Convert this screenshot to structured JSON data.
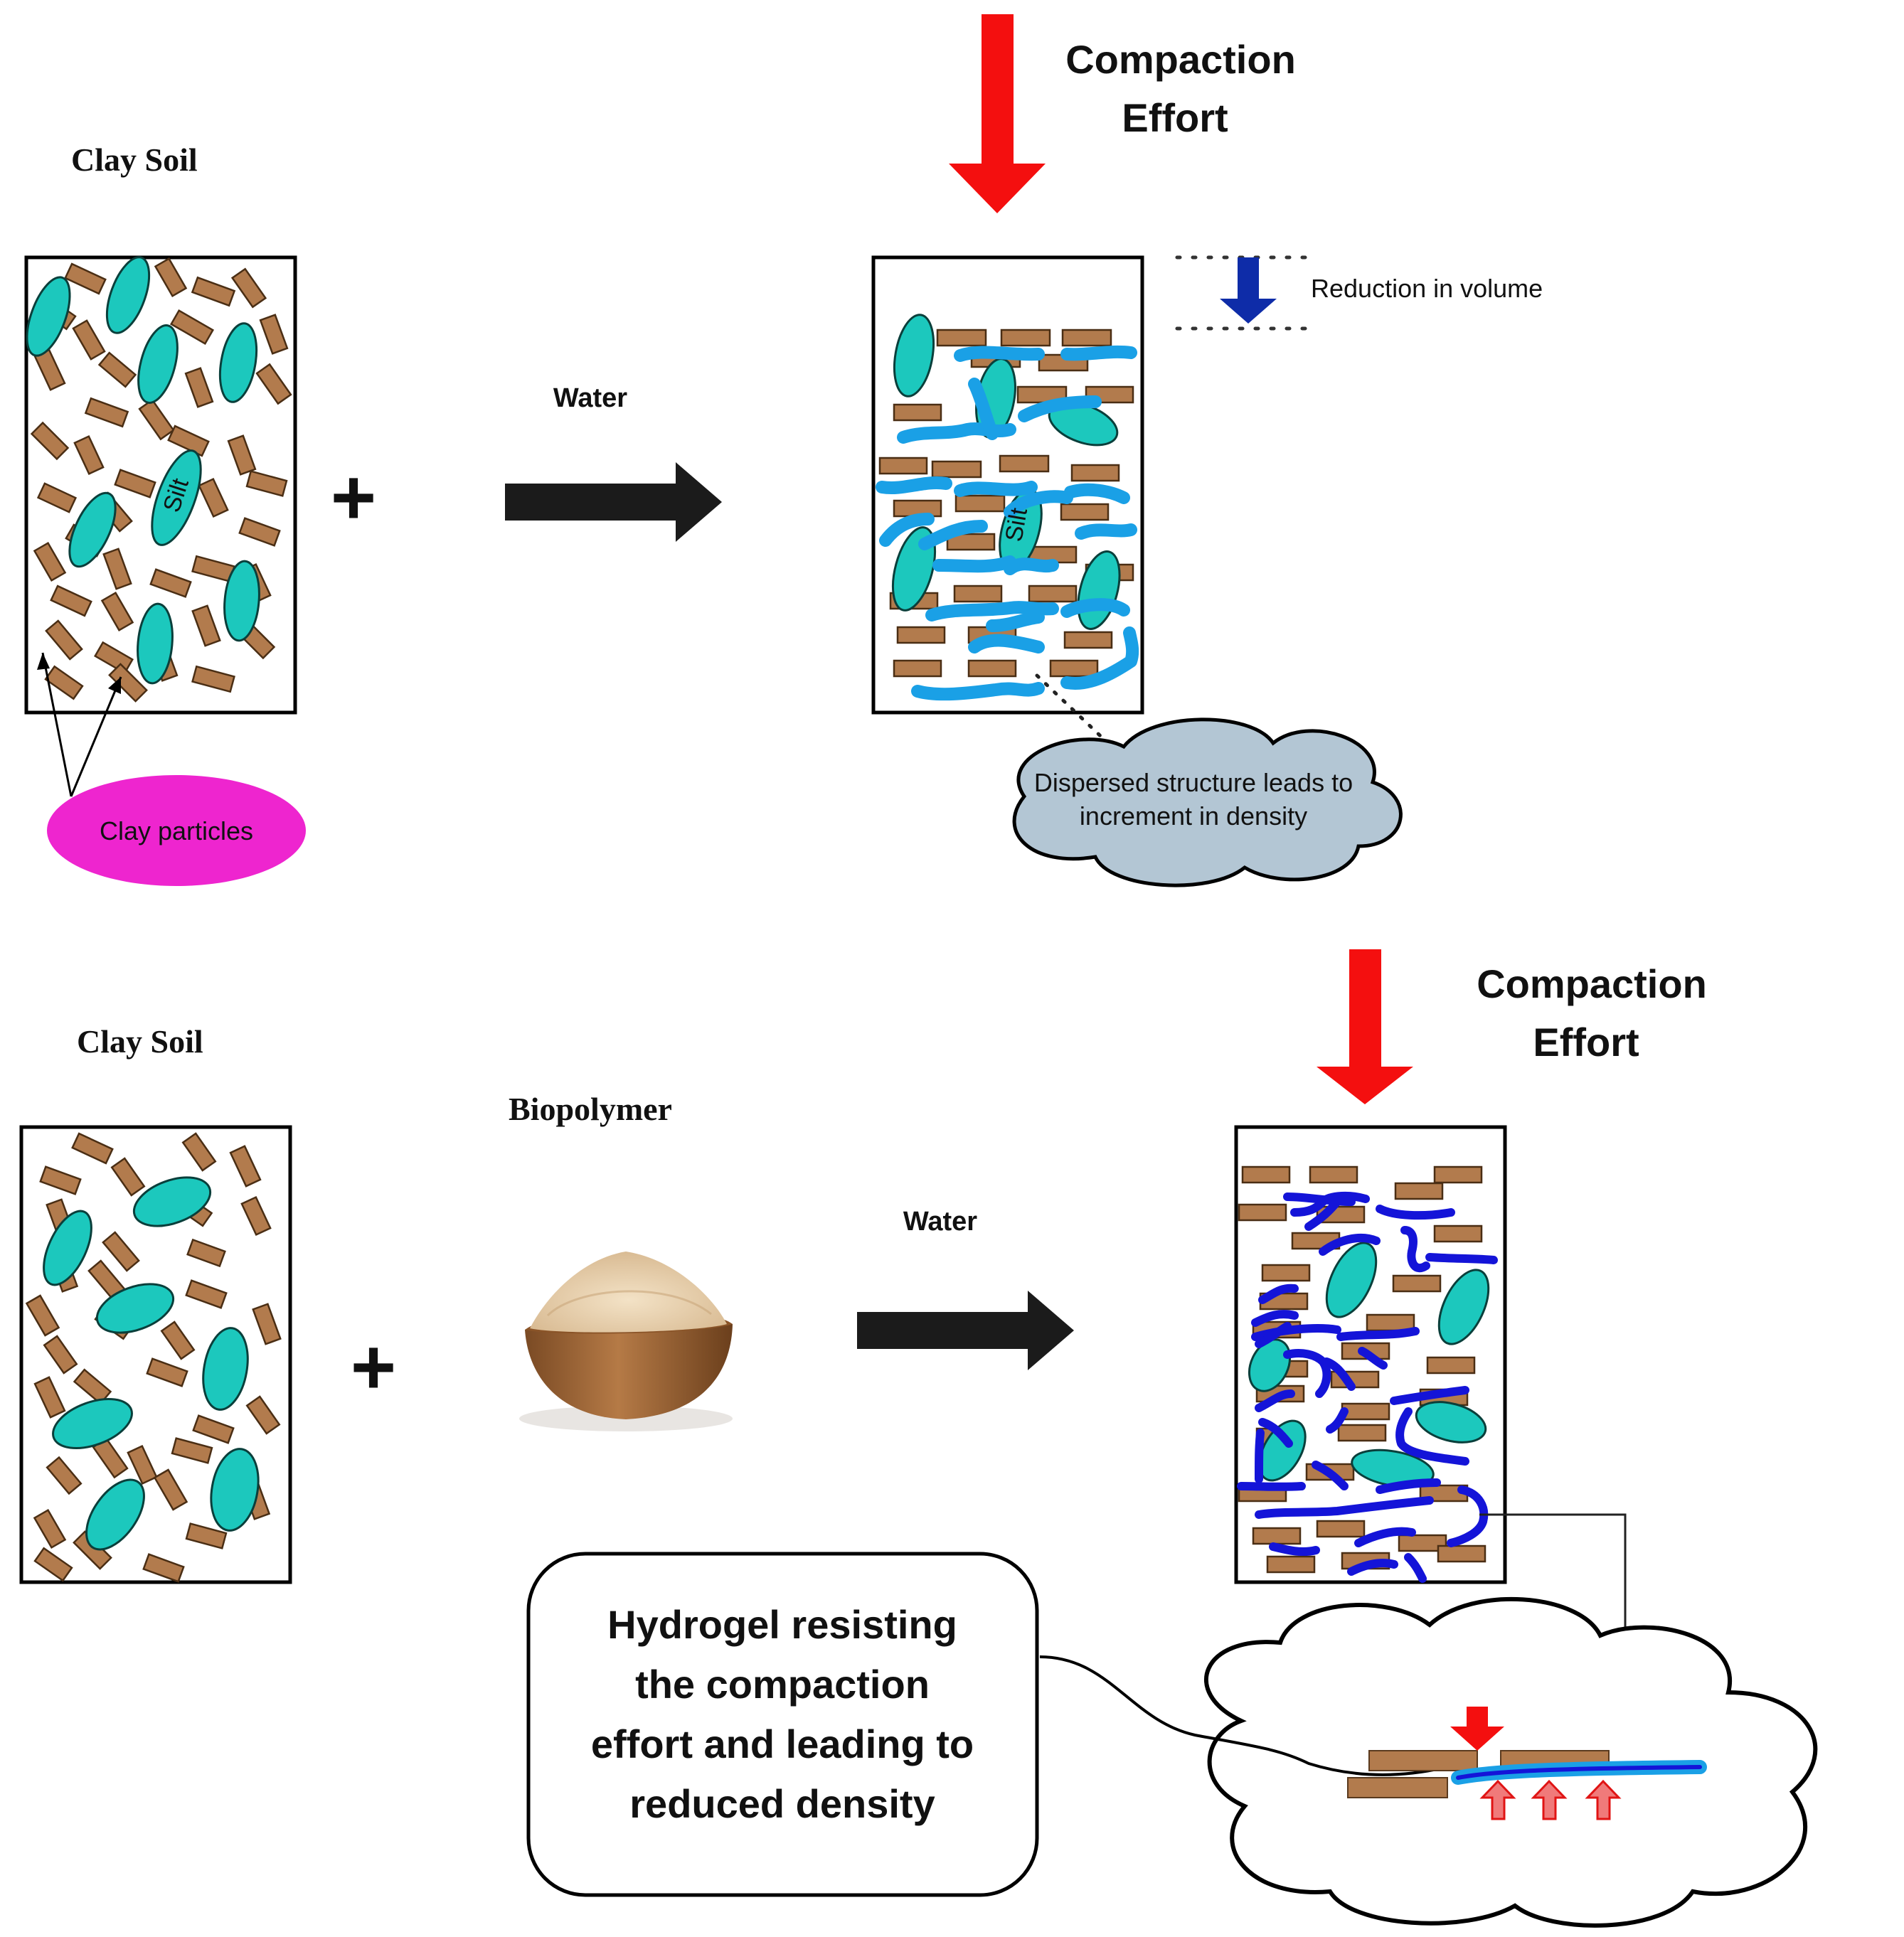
{
  "colors": {
    "clay": "#b27b4d",
    "silt": "#1cc8bd",
    "water_gel": "#1aa0e6",
    "hydrogel": "#1414d8",
    "compaction_arrow": "#f40f0f",
    "volume_arrow": "#0e2ca8",
    "flow_arrow": "#1b1b1b",
    "clay_label_bg": "#ee25cf",
    "callout_cloud": "#b3c6d4",
    "outline": "#000000"
  },
  "top_row": {
    "clay_soil_label": "Clay Soil",
    "silt_label": "Silt",
    "plus": "+",
    "water_label": "Water",
    "compaction_label_line1": "Compaction",
    "compaction_label_line2": "Effort",
    "reduction_label": "Reduction in volume",
    "clay_particles_label": "Clay particles",
    "dispersed_line1": "Dispersed structure leads to",
    "dispersed_line2": "increment in density"
  },
  "bottom_row": {
    "clay_soil_label": "Clay Soil",
    "biopolymer_label": "Biopolymer",
    "plus": "+",
    "water_label": "Water",
    "compaction_label_line1": "Compaction",
    "compaction_label_line2": "Effort",
    "hydrogel_line1": "Hydrogel resisting",
    "hydrogel_line2": "the compaction",
    "hydrogel_line3": "effort and leading to",
    "hydrogel_line4": "reduced density"
  }
}
